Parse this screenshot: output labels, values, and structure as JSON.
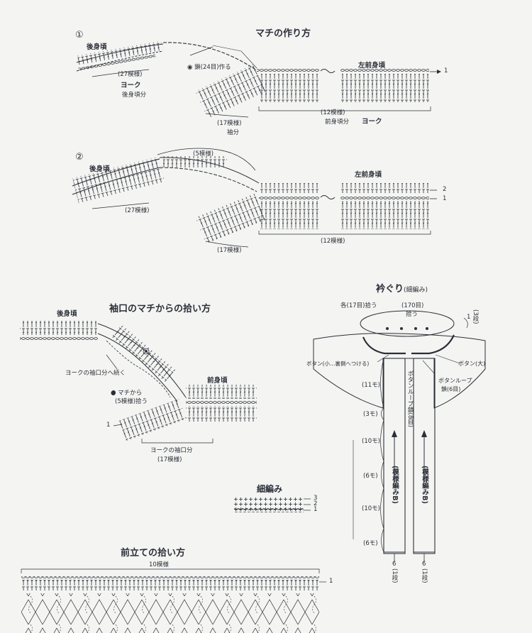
{
  "sections": {
    "gusset_title": "マチの作り方",
    "step1": {
      "num": "①",
      "back_body": "後身頃",
      "back_repeats": "(27模様)",
      "yoke": "ヨーク",
      "back_part": "後身頃分",
      "chain_note": "鎖(24目)作る",
      "left_front": "左前身頃",
      "row1": "1",
      "sleeve_repeats": "(17模様)",
      "sleeve_part": "袖分",
      "front_repeats": "(12模様)",
      "front_part": "前身頃分",
      "yoke2": "ヨーク"
    },
    "step2": {
      "num": "②",
      "back_body": "後身頃",
      "top_repeats": "(5模様)",
      "back_repeats": "(27模様)",
      "left_front": "左前身頃",
      "row2": "2",
      "row1": "1",
      "sleeve_repeats": "(17模様)",
      "front_repeats": "(12模様)"
    },
    "sleeve_pickup": {
      "title": "袖口のマチからの拾い方",
      "back_body": "後身頃",
      "continue_note": "ヨークの袖口分へ続く",
      "from_gusset": "マチから",
      "pickup_note": "(5模様)拾う",
      "front_body": "前身頃",
      "row1": "1",
      "yoke_sleeve": "ヨークの袖口分",
      "repeats": "(17模様)"
    },
    "collar": {
      "title": "衿ぐり",
      "title_sub": "(細編み)",
      "each_pick": "各(17目)拾う",
      "total": "(170目)",
      "pick": "拾う",
      "rows_num": "1",
      "rows": "(3段)",
      "button_small": "ボタン(小…裏側へつける)",
      "button_large": "ボタン(大)",
      "loop_label": "ボタンループ",
      "loop_count": "鎖(6目)",
      "left_loop": "ボタンループ鎖(8目)",
      "m11": "(11モ)",
      "m3": "(3モ)",
      "m10a": "(10モ)",
      "m6a": "(6モ)",
      "m10b": "(10モ)",
      "m6b": "(6モ)",
      "pattern": "(模様編みB)",
      "rows_6": "6",
      "one_row": "(1段)"
    },
    "sc": {
      "title": "細編み",
      "r3": "3",
      "r2": "2",
      "r1": "1"
    },
    "front_band": {
      "title": "前立ての拾い方",
      "repeats": "10模様",
      "row1": "1"
    }
  },
  "colors": {
    "ink": "#2b2f38",
    "paper": "#f4f4f2",
    "dot": "#3a3f4a"
  },
  "icons": [
    "bullet-dot-icon",
    "arrow-icon"
  ]
}
